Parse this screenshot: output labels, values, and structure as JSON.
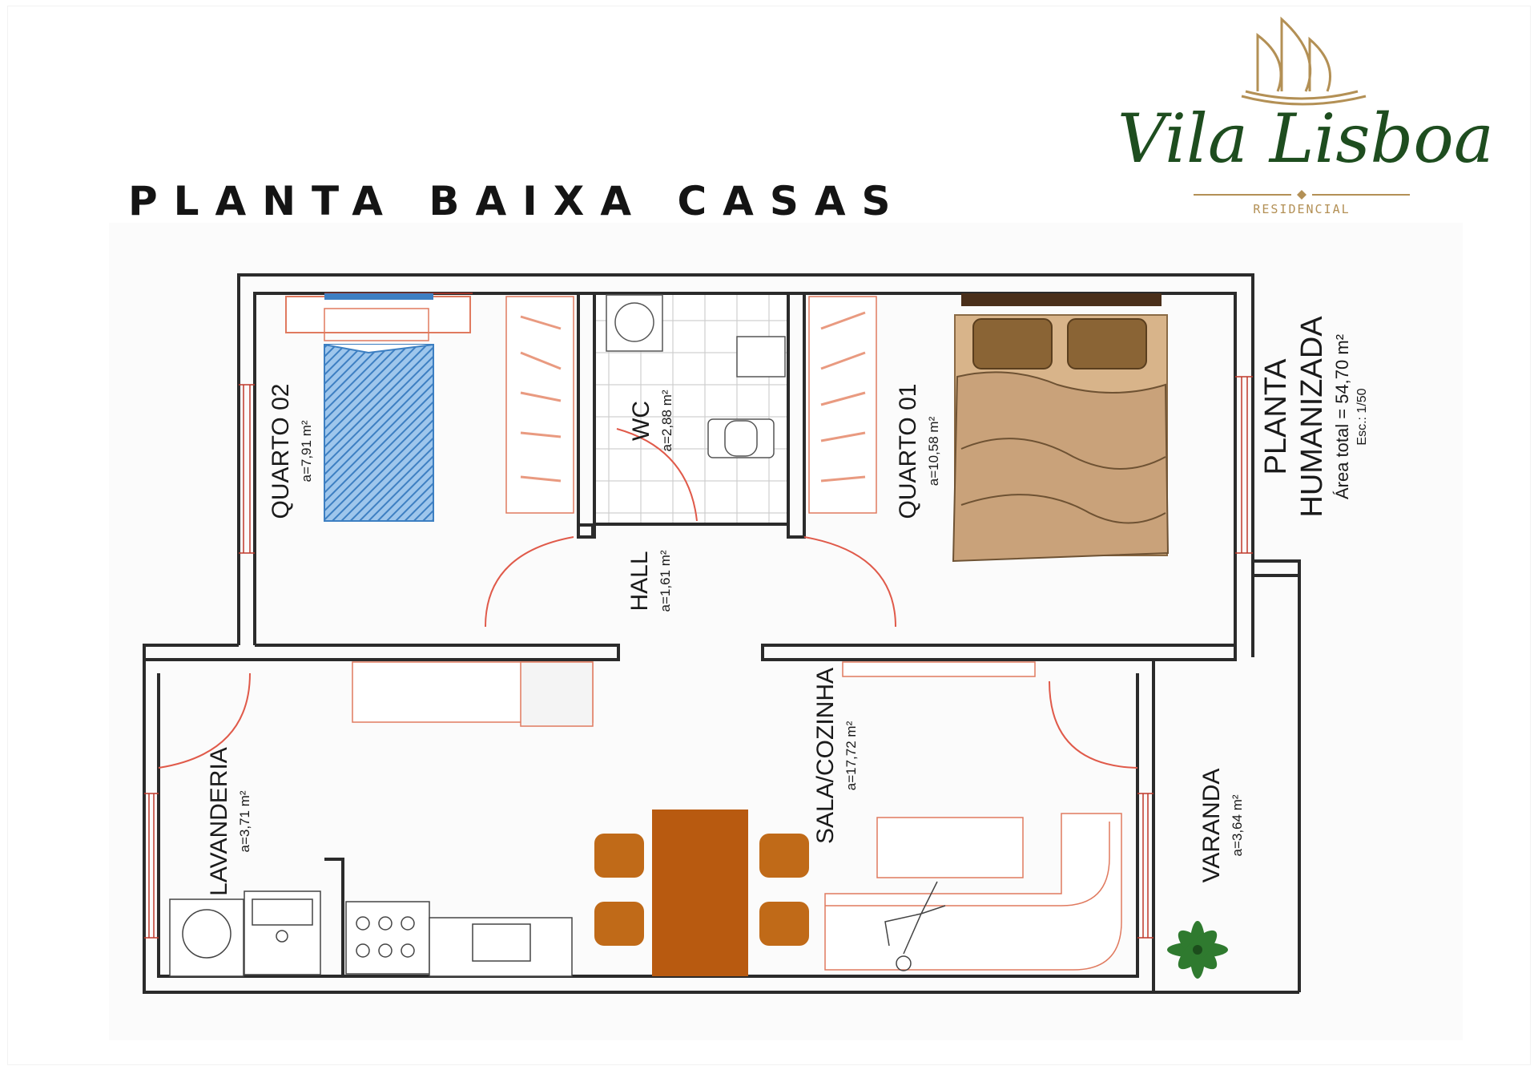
{
  "title": "PLANTA BAIXA CASAS",
  "logo": {
    "name": "Vila Lisboa",
    "subtitle": "RESIDENCIAL"
  },
  "side_label": {
    "line1": "PLANTA",
    "line2": "HUMANIZADA",
    "area": "Área total  = 54,70 m²",
    "scale": "Esc.: 1/50"
  },
  "rooms": {
    "quarto02": {
      "name": "QUARTO 02",
      "area": "a=7,91 m²"
    },
    "wc": {
      "name": "WC",
      "area": "a=2,88 m²"
    },
    "quarto01": {
      "name": "QUARTO 01",
      "area": "a=10,58 m²"
    },
    "hall": {
      "name": "HALL",
      "area": "a=1,61 m²"
    },
    "lavanderia": {
      "name": "LAVANDERIA",
      "area": "a=3,71 m²"
    },
    "sala_cozinha": {
      "name": "SALA/COZINHA",
      "area": "a=17,72 m²"
    },
    "varanda": {
      "name": "VARANDA",
      "area": "a=3,64 m²"
    }
  },
  "colors": {
    "wall": "#2b2b2b",
    "furniture_line": "#e07a5f",
    "dining_wood": "#b85a10",
    "bedding": "#c9a27a",
    "blanket_blue": "#3d7fc2",
    "logo_green": "#1e4d1f",
    "logo_gold": "#b39055",
    "plant_green": "#2f7a2f"
  }
}
